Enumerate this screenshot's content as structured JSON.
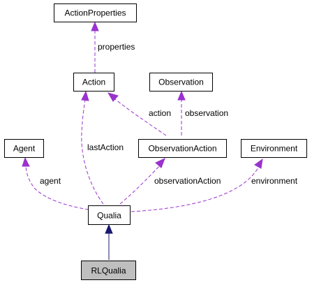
{
  "nodes": {
    "action_properties": "ActionProperties",
    "action": "Action",
    "observation": "Observation",
    "agent": "Agent",
    "observation_action": "ObservationAction",
    "environment": "Environment",
    "qualia": "Qualia",
    "rl_qualia": "RLQualia"
  },
  "edges": {
    "properties": "properties",
    "action": "action",
    "observation": "observation",
    "last_action": "lastAction",
    "agent": "agent",
    "observation_action": "observationAction",
    "environment": "environment"
  },
  "colors": {
    "usage_edge": "#9a32cd",
    "inheritance_edge": "#191970",
    "selected_node_fill": "#bfbfbf"
  }
}
